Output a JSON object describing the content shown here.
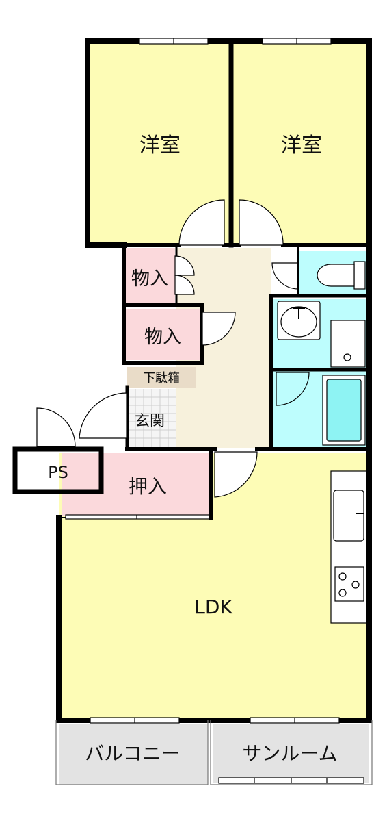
{
  "floorplan": {
    "rooms": {
      "western_left": "洋室",
      "western_right": "洋室",
      "storage_upper": "物入",
      "storage_lower": "物入",
      "shoe_cabinet": "下駄箱",
      "entrance": "玄関",
      "pipe_space": "PS",
      "closet": "押入",
      "ldk": "LDK",
      "balcony": "バルコニー",
      "sunroom": "サンルーム"
    },
    "colors": {
      "room_yellow": "#fdfcb6",
      "storage_pink": "#fbd9dc",
      "hall_beige": "#f7f1dc",
      "wet_cyan": "#bdfdfd",
      "tub_cyan": "#8ef3f3",
      "outdoor_gray": "#e3e3e3",
      "shoe_tan": "#e9dcc8",
      "wall": "#000000"
    }
  }
}
